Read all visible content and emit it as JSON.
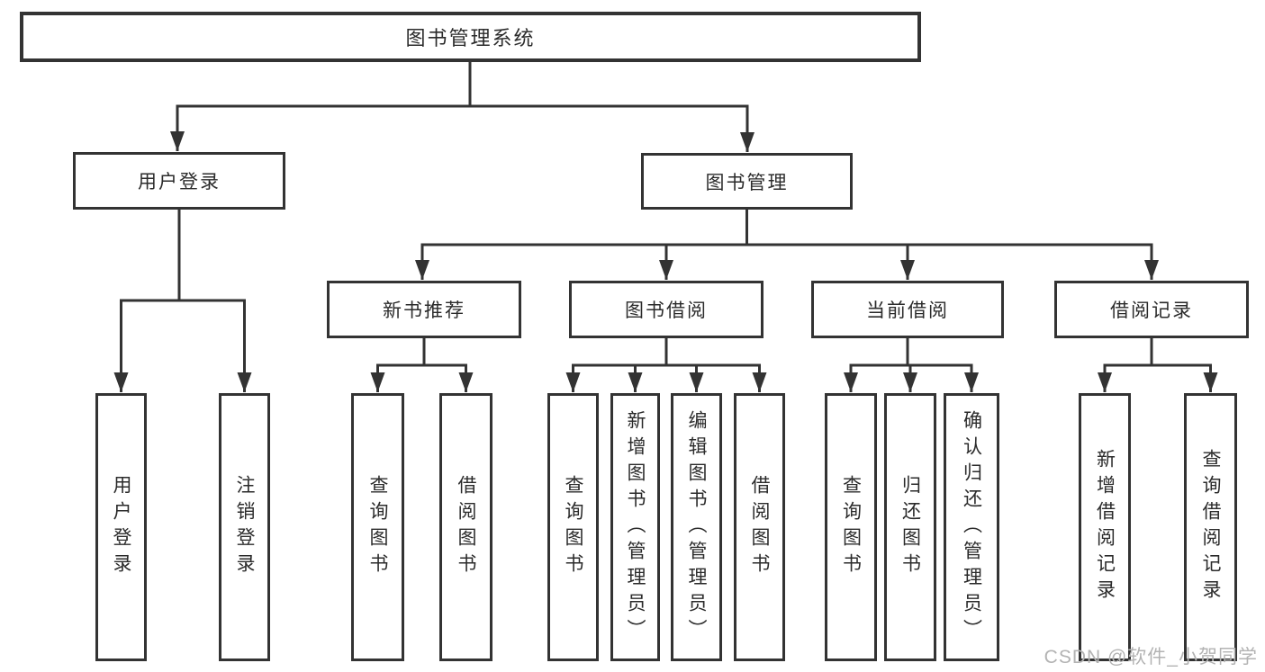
{
  "tree": {
    "label": "图书管理系统",
    "children": [
      {
        "label": "用户登录",
        "children": [
          {
            "label": "用户登录"
          },
          {
            "label": "注销登录"
          }
        ]
      },
      {
        "label": "图书管理",
        "children": [
          {
            "label": "新书推荐",
            "children": [
              {
                "label": "查询图书"
              },
              {
                "label": "借阅图书"
              }
            ]
          },
          {
            "label": "图书借阅",
            "children": [
              {
                "label": "查询图书"
              },
              {
                "label": "新增图书（管理员）"
              },
              {
                "label": "编辑图书（管理员）"
              },
              {
                "label": "借阅图书"
              }
            ]
          },
          {
            "label": "当前借阅",
            "children": [
              {
                "label": "查询图书"
              },
              {
                "label": "归还图书"
              },
              {
                "label": "确认归还（管理员）"
              }
            ]
          },
          {
            "label": "借阅记录",
            "children": [
              {
                "label": "新增借阅记录"
              },
              {
                "label": "查询借阅记录"
              }
            ]
          }
        ]
      }
    ]
  },
  "watermark": {
    "text": "CSDN @软件_小贺同学"
  },
  "colors": {
    "line": "#333333",
    "box_border": "#333333",
    "box_fill": "#ffffff",
    "text": "#2b2b2b",
    "watermark": "#b3b3b3",
    "background": "#ffffff"
  }
}
